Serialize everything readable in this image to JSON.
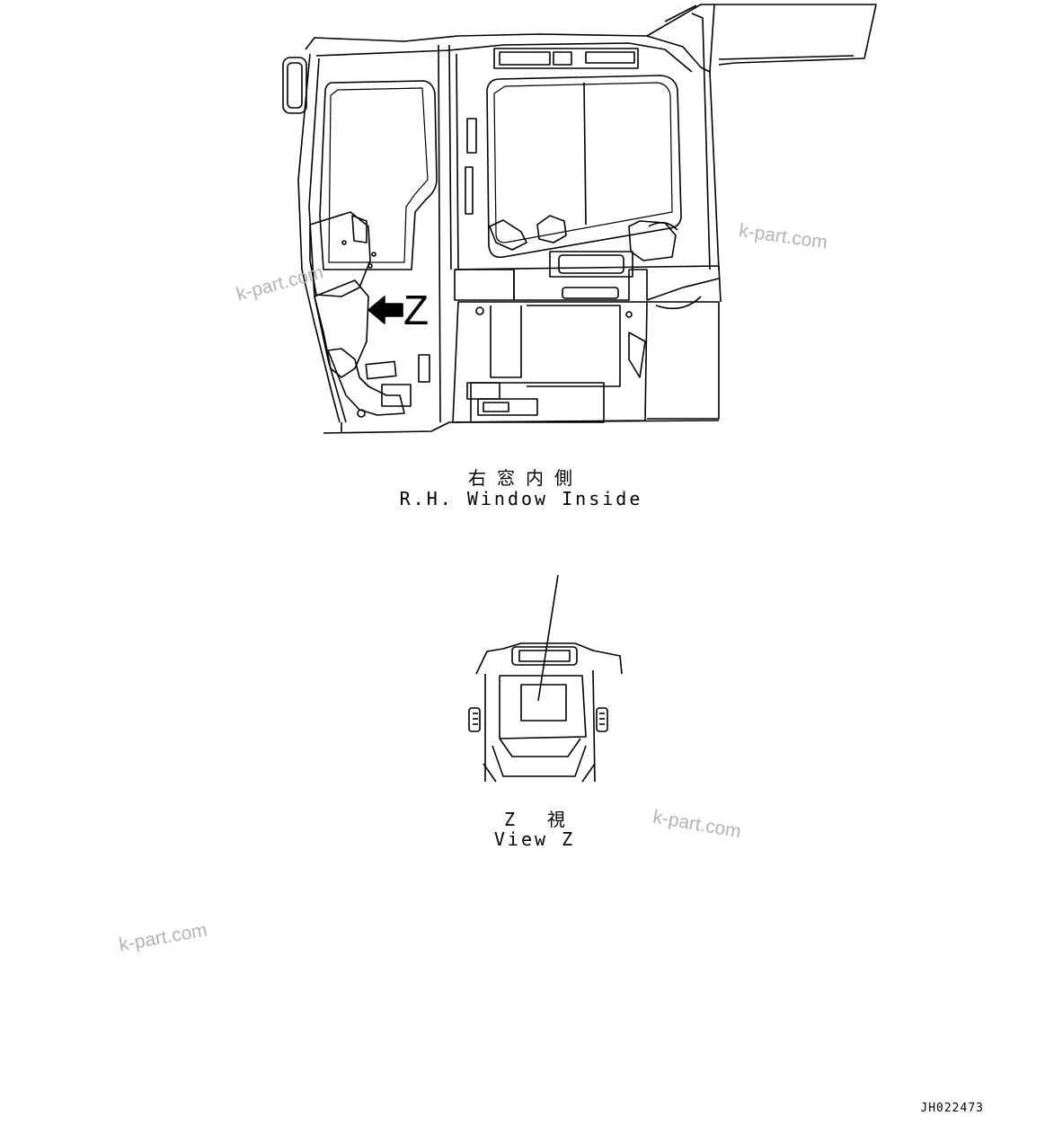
{
  "top_view": {
    "caption_jp": "右窓内側",
    "caption_en": "R.H. Window Inside",
    "arrow_label": "Z"
  },
  "bottom_view": {
    "caption_jp": "Z 視",
    "caption_en": "View Z"
  },
  "watermarks": [
    "k-part.com",
    "k-part.com",
    "k-part.com",
    "k-part.com"
  ],
  "drawing_number": "JH022473"
}
